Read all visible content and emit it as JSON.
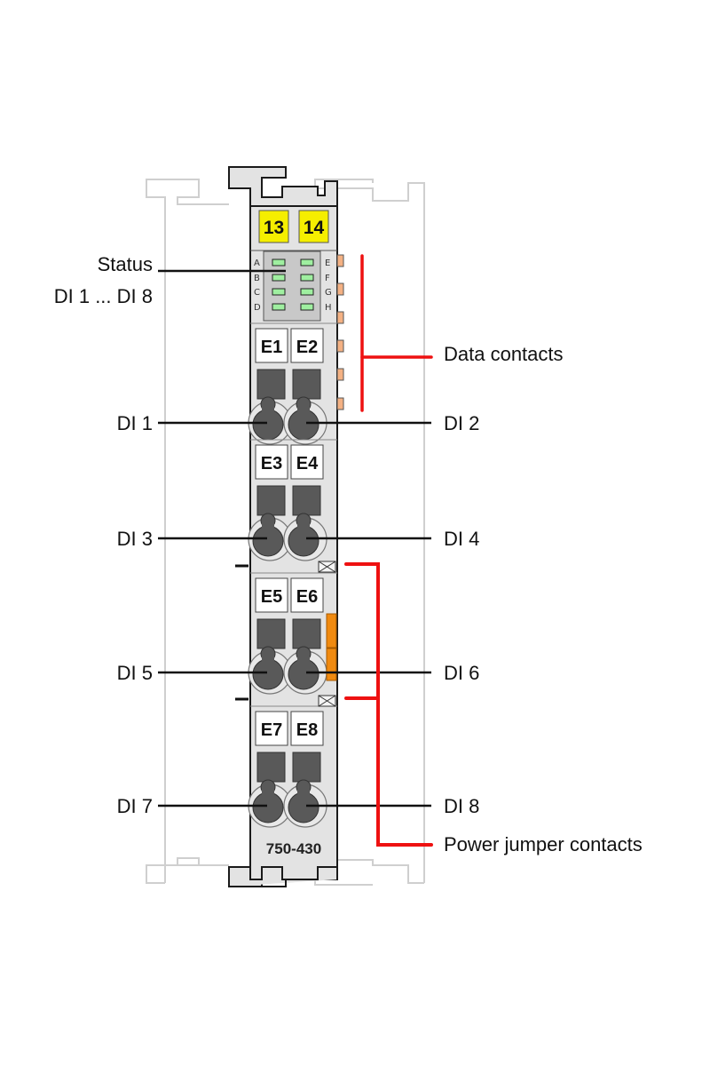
{
  "diagram": {
    "model_number": "750-430",
    "marker_labels": [
      "13",
      "14"
    ],
    "led_letters_left": [
      "A",
      "B",
      "C",
      "D"
    ],
    "led_letters_right": [
      "E",
      "F",
      "G",
      "H"
    ],
    "terminals": [
      "E1",
      "E2",
      "E3",
      "E4",
      "E5",
      "E6",
      "E7",
      "E8"
    ],
    "callouts_left": {
      "status_line1": "Status",
      "status_line2": "DI 1 ... DI 8",
      "di1": "DI 1",
      "di3": "DI 3",
      "di5": "DI 5",
      "di7": "DI 7"
    },
    "callouts_right": {
      "data_contacts": "Data contacts",
      "di2": "DI 2",
      "di4": "DI 4",
      "di6": "DI 6",
      "di8": "DI 8",
      "power_jumper": "Power jumper contacts"
    },
    "colors": {
      "housing": "#e3e3e3",
      "outline": "#1a1a1a",
      "rail": "#cfcfcf",
      "marker_yellow": "#f5ee00",
      "led_green": "#9fefa0",
      "led_panel": "#c8c8c8",
      "contact_orange": "#f4b183",
      "jumper_orange": "#f08a10",
      "callout_red": "#ee1111",
      "clamp_dark": "#595959"
    }
  }
}
